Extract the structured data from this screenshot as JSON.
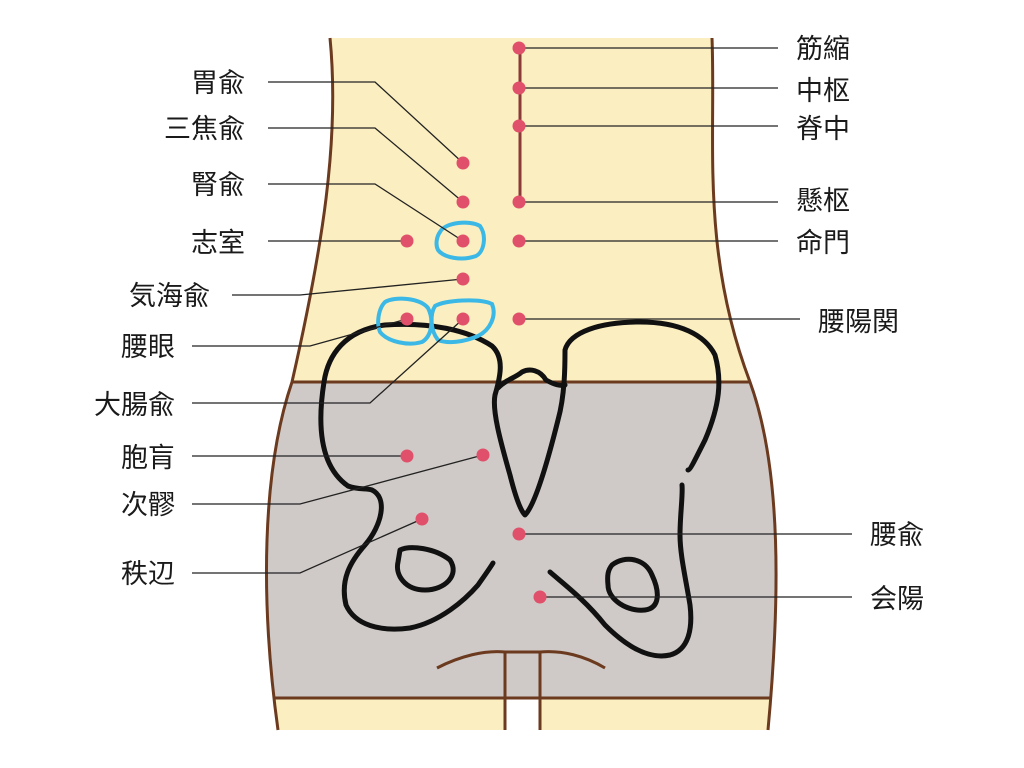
{
  "colors": {
    "skin": "#fbeec0",
    "hip_region": "#cfcac7",
    "outline": "#6b3a1f",
    "point": "#e0506a",
    "highlight": "#3cb8e6",
    "bone": "#111111",
    "leader": "#222222",
    "label": "#1a1a1a"
  },
  "points_left": [
    {
      "id": "ishu",
      "label": "胃兪"
    },
    {
      "id": "sanshoyu",
      "label": "三焦兪"
    },
    {
      "id": "jinyu",
      "label": "腎兪",
      "highlighted": true
    },
    {
      "id": "shishitsu",
      "label": "志室"
    },
    {
      "id": "kikaiyu",
      "label": "気海兪"
    },
    {
      "id": "yogan",
      "label": "腰眼",
      "highlighted": true
    },
    {
      "id": "daichoyu",
      "label": "大腸兪",
      "highlighted": true
    },
    {
      "id": "hoko",
      "label": "胞肓"
    },
    {
      "id": "jiryo",
      "label": "次髎"
    },
    {
      "id": "chippen",
      "label": "秩辺"
    }
  ],
  "points_right": [
    {
      "id": "kinshuku",
      "label": "筋縮"
    },
    {
      "id": "chusu",
      "label": "中枢"
    },
    {
      "id": "sekichu",
      "label": "脊中"
    },
    {
      "id": "kensu",
      "label": "懸枢"
    },
    {
      "id": "meimon",
      "label": "命門"
    },
    {
      "id": "koyokan",
      "label": "腰陽関"
    },
    {
      "id": "koyu",
      "label": "腰兪"
    },
    {
      "id": "eyo",
      "label": "会陽"
    }
  ]
}
